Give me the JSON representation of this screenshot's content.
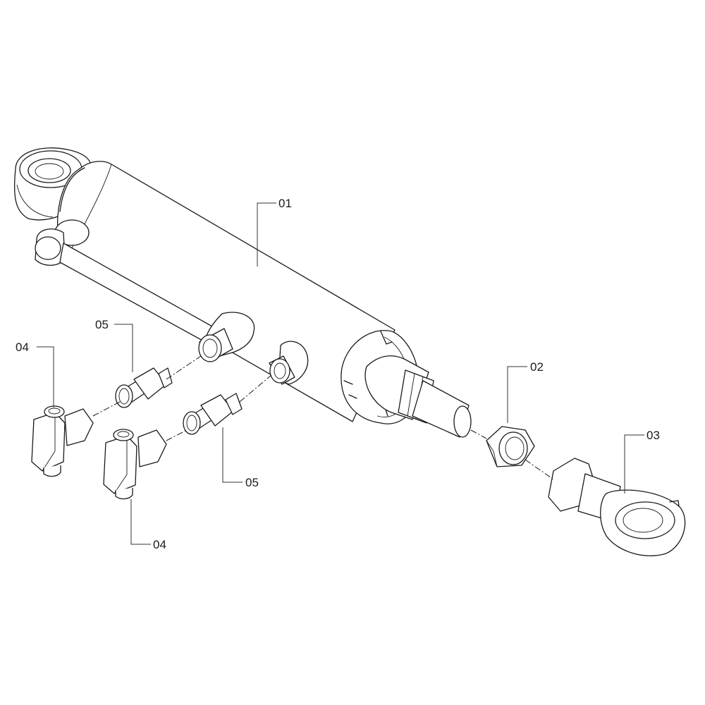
{
  "diagram": {
    "type": "exploded-parts-view",
    "callouts": [
      {
        "id": "part-01",
        "label": "01"
      },
      {
        "id": "part-02",
        "label": "02"
      },
      {
        "id": "part-03",
        "label": "03"
      },
      {
        "id": "part-04-left",
        "label": "04"
      },
      {
        "id": "part-04-bottom",
        "label": "04"
      },
      {
        "id": "part-05-upper",
        "label": "05"
      },
      {
        "id": "part-05-lower",
        "label": "05"
      }
    ],
    "colors": {
      "line": "#1a1a1a",
      "background": "#ffffff"
    }
  }
}
